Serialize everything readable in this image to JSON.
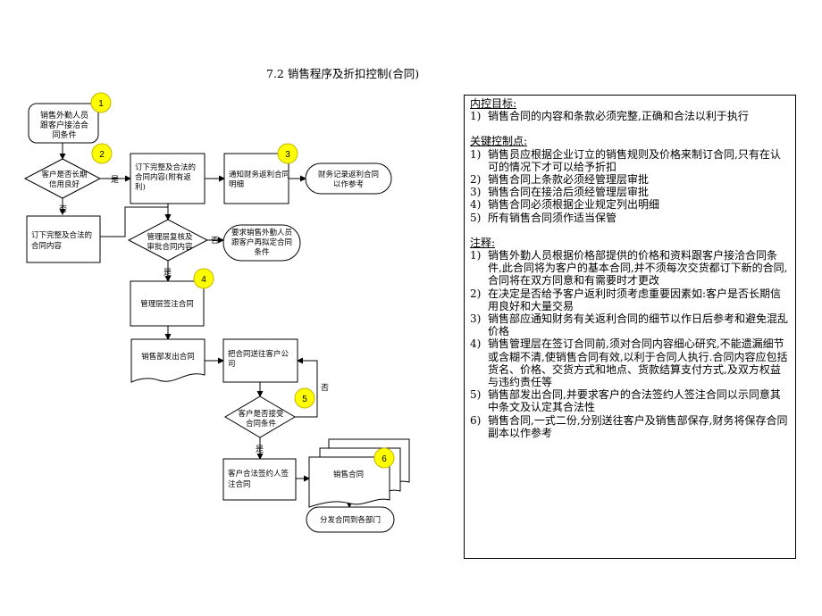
{
  "title": "7.2 销售程序及折扣控制(合同)",
  "flow": {
    "markers": [
      "1",
      "2",
      "3",
      "4",
      "5",
      "6"
    ],
    "start": [
      "销售外勤人员",
      "跟客户接洽合",
      "同条件"
    ],
    "decision_credit": [
      "客户是否长期",
      "信用良好"
    ],
    "process_draft": [
      "订下完整及合法的",
      "合同内容(附有返",
      "利)"
    ],
    "process_notify": [
      "通知财务返利合同",
      "明细"
    ],
    "term_finance": [
      "财务记录返利合同",
      "以作参考"
    ],
    "process_draft_no": [
      "订下完整及合法的",
      "合同内容"
    ],
    "decision_review": [
      "管理层复核及",
      "审批合同内容"
    ],
    "term_redraft": [
      "要求销售外勤人员",
      "跟客户再拟定合同",
      "条件"
    ],
    "process_sign": "管理层签注合同",
    "doc_issue": "销售部发出合同",
    "process_send": [
      "把合同送往客户公",
      "司"
    ],
    "decision_accept": [
      "客户是否接受",
      "合同条件"
    ],
    "process_customer_sign": [
      "客户合法签约人签",
      "注合同"
    ],
    "doc_contract": "销售合同",
    "term_distribute": "分发合同到各部门",
    "yes": "是",
    "no": "否"
  },
  "panel": {
    "objective_title": "内控目标:",
    "objectives": [
      {
        "n": "1)",
        "text": "销售合同的内容和条款必须完整,正确和合法以利于执行"
      }
    ],
    "key_title": "关键控制点:",
    "key_points": [
      {
        "n": "1)",
        "text": "销售员应根据企业订立的销售规则及价格来制订合同,只有在认可的情况下才可以给予折扣"
      },
      {
        "n": "2)",
        "text": "销售合同上条款必须经管理层审批"
      },
      {
        "n": "3)",
        "text": "销售合同在接洽后须经管理层审批"
      },
      {
        "n": "4)",
        "text": "销售合同必须根据企业规定列出明细"
      },
      {
        "n": "5)",
        "text": "所有销售合同须作适当保管"
      }
    ],
    "notes_title": "注释:",
    "notes": [
      {
        "n": "1)",
        "text": "销售外勤人员根据价格部提供的价格和资料跟客户接洽合同条件,此合同将为客户的基本合同,并不须每次交货都订下新的合同,合同将在双方同意和有需要时才更改"
      },
      {
        "n": "2)",
        "text": "在决定是否给予客户返利时须考虑重要因素如:客户是否长期信用良好和大量交易"
      },
      {
        "n": "3)",
        "text": "销售部应通知财务有关返利合同的细节以作日后参考和避免混乱价格"
      },
      {
        "n": "4)",
        "text": "销售管理层在签订合同前,须对合同内容细心研究,不能遗漏细节或含糊不清,使销售合同有效,以利于合同人执行.合同内容应包括货名、价格、交货方式和地点、货款结算支付方式,及双方权益与违约责任等"
      },
      {
        "n": "5)",
        "text": "销售部发出合同,并要求客户的合法签约人签注合同以示同意其中条文及认定其合法性"
      },
      {
        "n": "6)",
        "text": "销售合同,一式二份,分别送往客户及销售部保存,财务将保存合同副本以作参考"
      }
    ]
  },
  "colors": {
    "marker_fill": "#ffff00",
    "marker_stroke": "#c8b400",
    "line": "#000000"
  }
}
